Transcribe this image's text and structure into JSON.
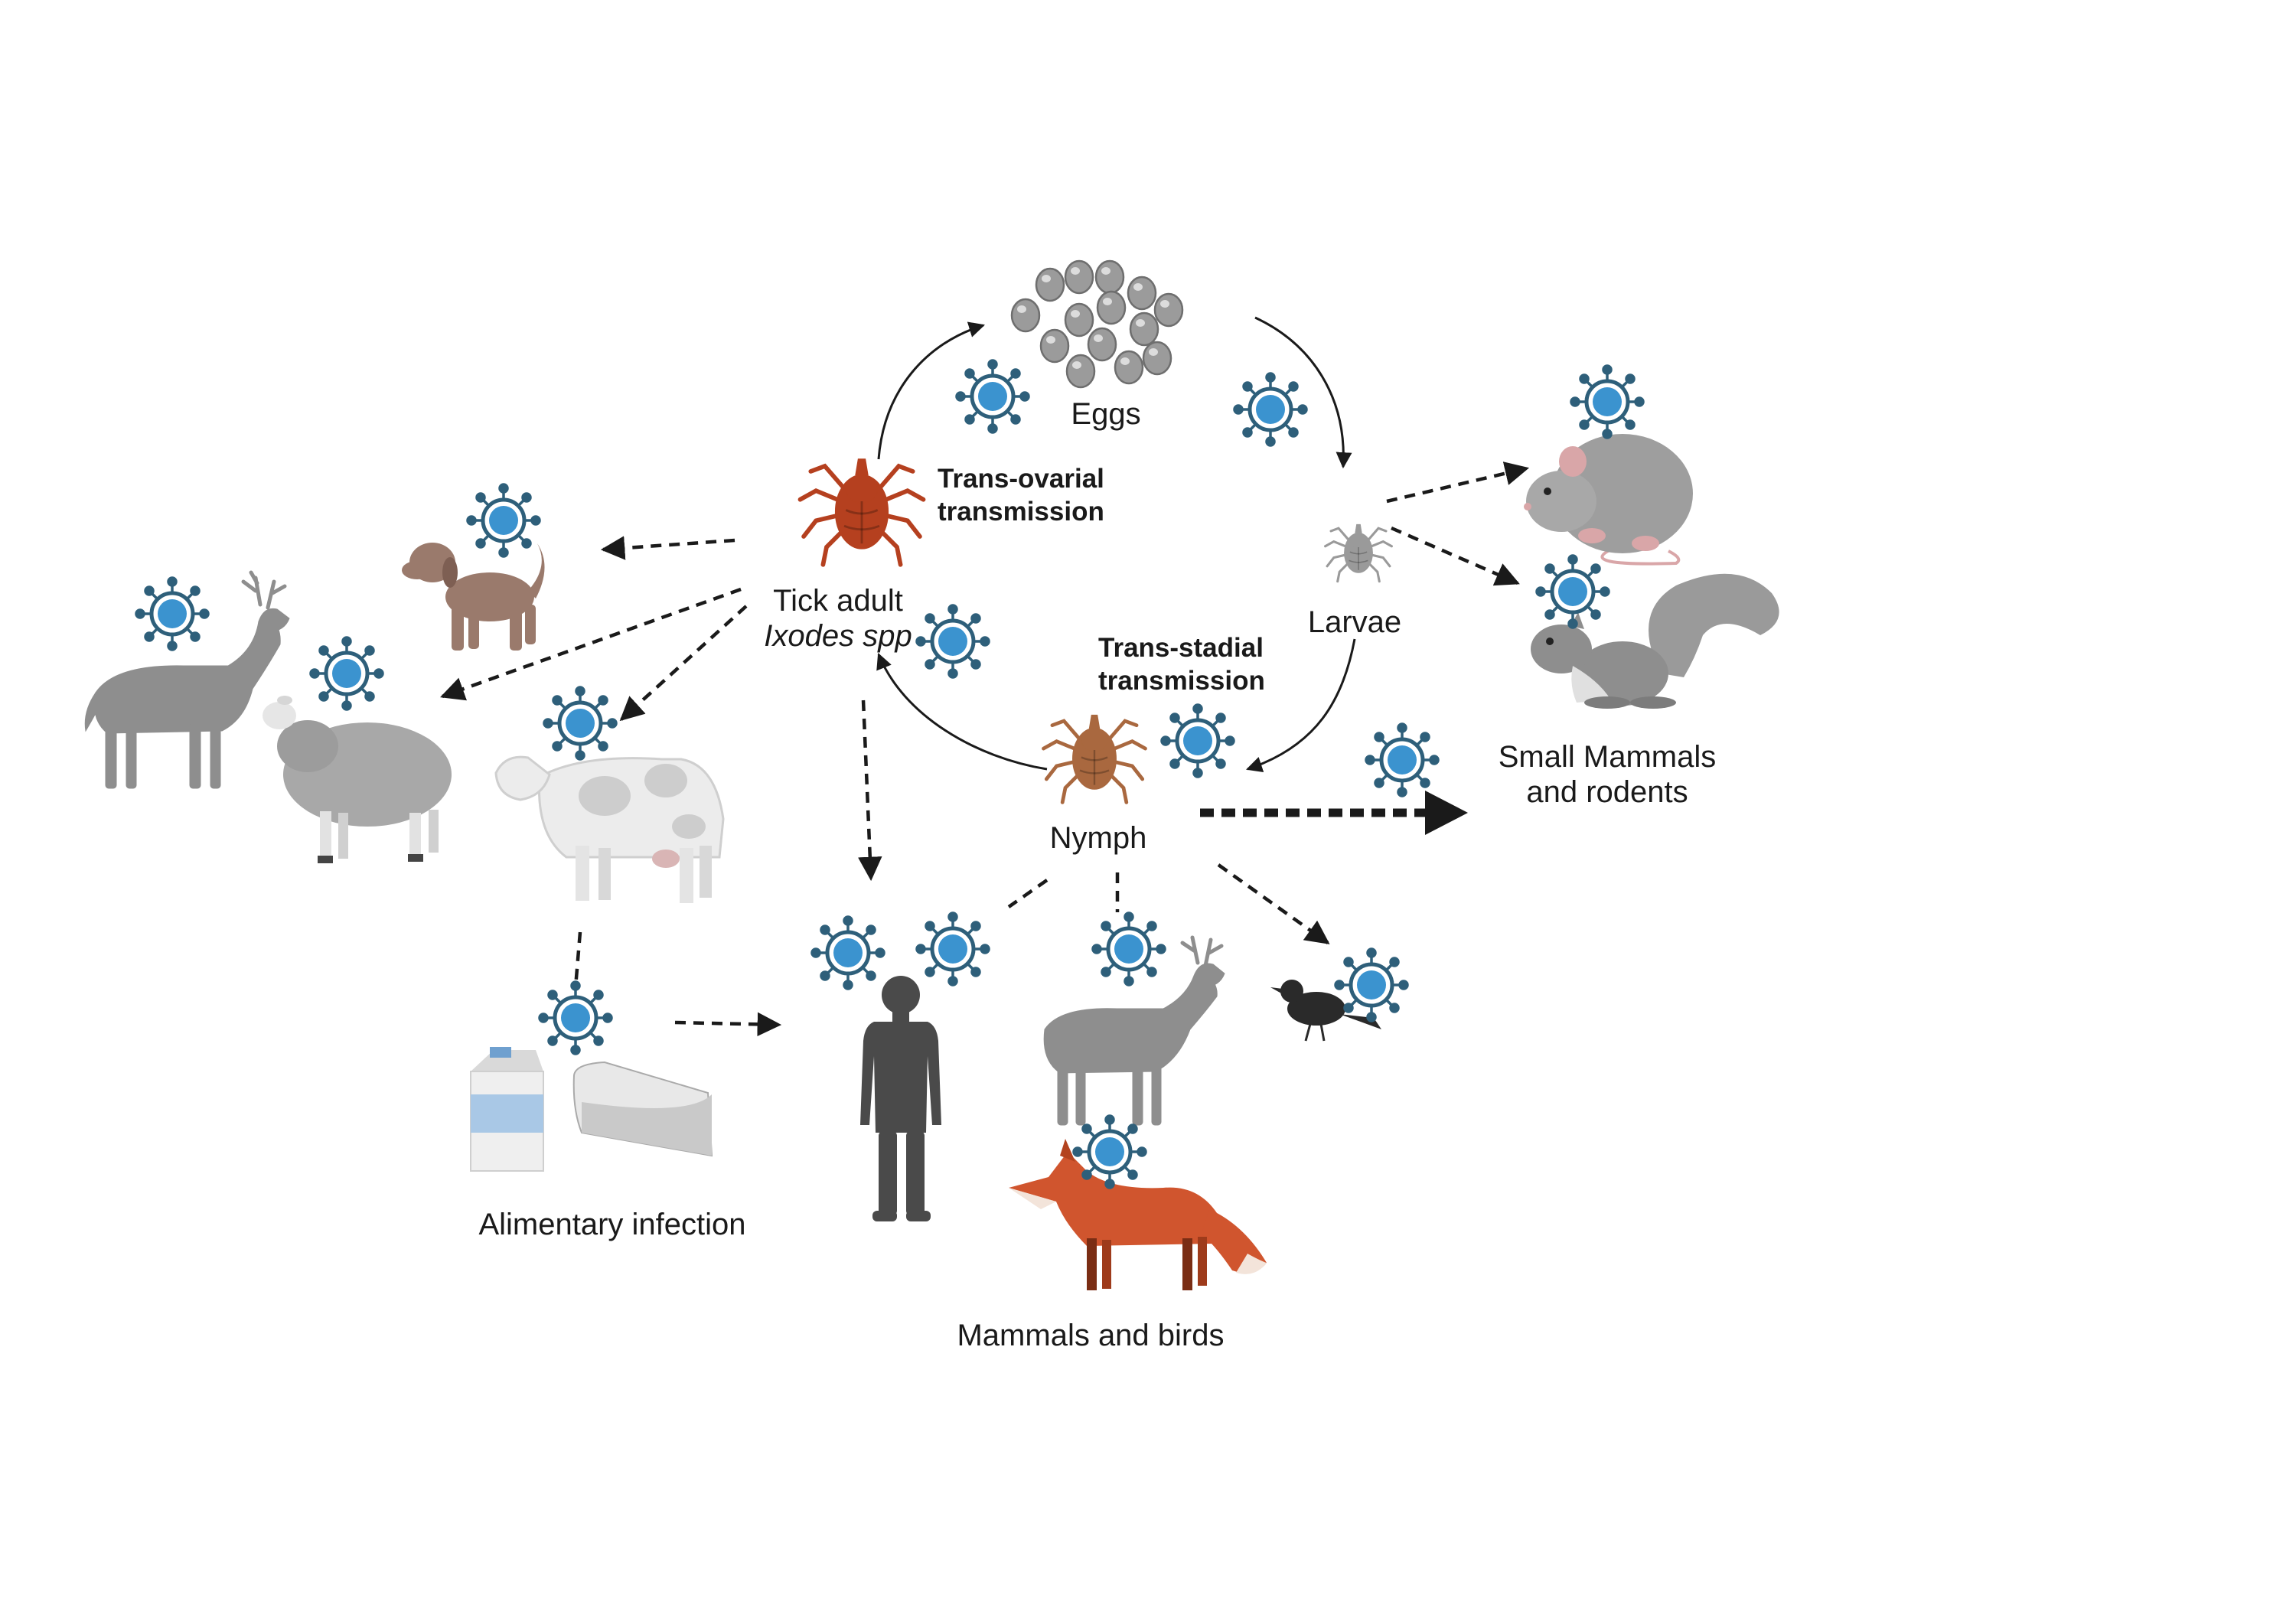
{
  "labels": {
    "eggs": "Eggs",
    "tick_adult": "Tick adult",
    "tick_species": "Ixodes spp",
    "trans_ovarial_1": "Trans-ovarial",
    "trans_ovarial_2": "transmission",
    "larvae": "Larvae",
    "trans_stadial_1": "Trans-stadial",
    "trans_stadial_2": "transmission",
    "nymph": "Nymph",
    "small_mammals_1": "Small Mammals",
    "small_mammals_2": "and rodents",
    "alimentary": "Alimentary infection",
    "mammals_birds": "Mammals and birds"
  },
  "colors": {
    "virus_spike": "#2e5f7a",
    "virus_core": "#3b93cf",
    "arrow": "#1a1a1a",
    "tick_adult": "#b5401f",
    "tick_nymph": "#a9683f",
    "larva": "#9a9a9a",
    "animal_gray": "#8e8e8e",
    "fox": "#d0552e",
    "dog": "#9a7a6c",
    "human": "#4a4a4a"
  },
  "icons": [
    "virus-icon",
    "tick-adult-icon",
    "eggs-icon",
    "larva-icon",
    "nymph-icon",
    "dog-icon",
    "deer-icon",
    "sheep-icon",
    "cow-icon",
    "milk-carton-icon",
    "cheese-icon",
    "human-icon",
    "fox-icon",
    "bird-icon",
    "mouse-icon",
    "squirrel-icon"
  ]
}
